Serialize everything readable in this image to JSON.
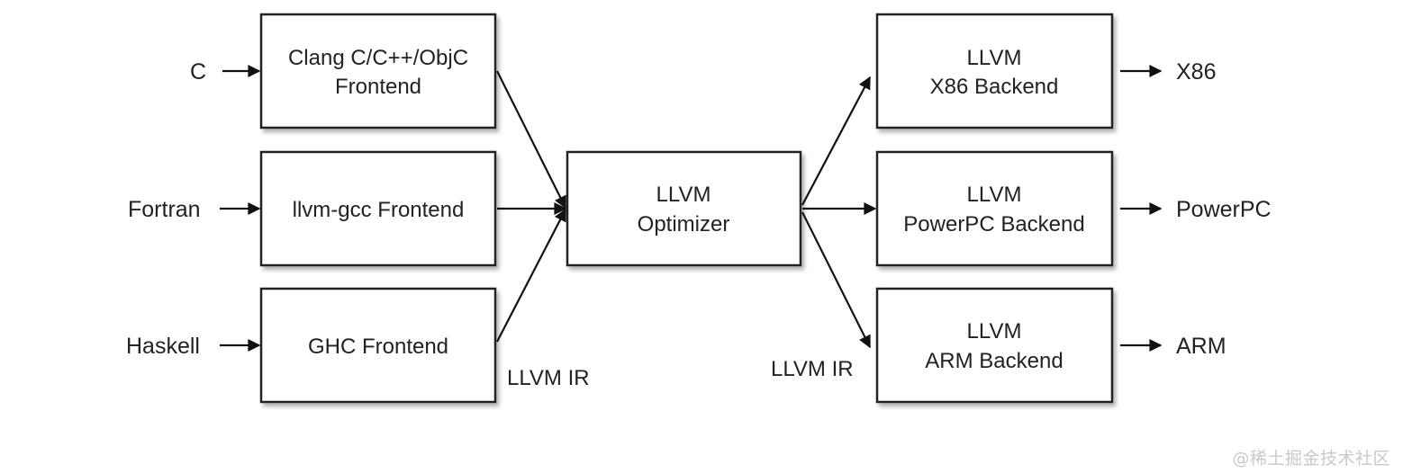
{
  "inputs": {
    "c": "C",
    "fortran": "Fortran",
    "haskell": "Haskell"
  },
  "frontends": {
    "clang": {
      "line1": "Clang C/C++/ObjC",
      "line2": "Frontend"
    },
    "llvm_gcc": {
      "line1": "llvm-gcc Frontend"
    },
    "ghc": {
      "line1": "GHC Frontend"
    }
  },
  "optimizer": {
    "line1": "LLVM",
    "line2": "Optimizer"
  },
  "backends": {
    "x86": {
      "line1": "LLVM",
      "line2": "X86 Backend"
    },
    "powerpc": {
      "line1": "LLVM",
      "line2": "PowerPC Backend"
    },
    "arm": {
      "line1": "LLVM",
      "line2": "ARM Backend"
    }
  },
  "outputs": {
    "x86": "X86",
    "powerpc": "PowerPC",
    "arm": "ARM"
  },
  "ir_labels": {
    "left": "LLVM IR",
    "right": "LLVM IR"
  },
  "watermark": "@稀土掘金技术社区",
  "colors": {
    "stroke": "#222222",
    "box_fill": "#ffffff",
    "shadow": "#b8b8b8",
    "watermark": "#c9c9c9"
  }
}
